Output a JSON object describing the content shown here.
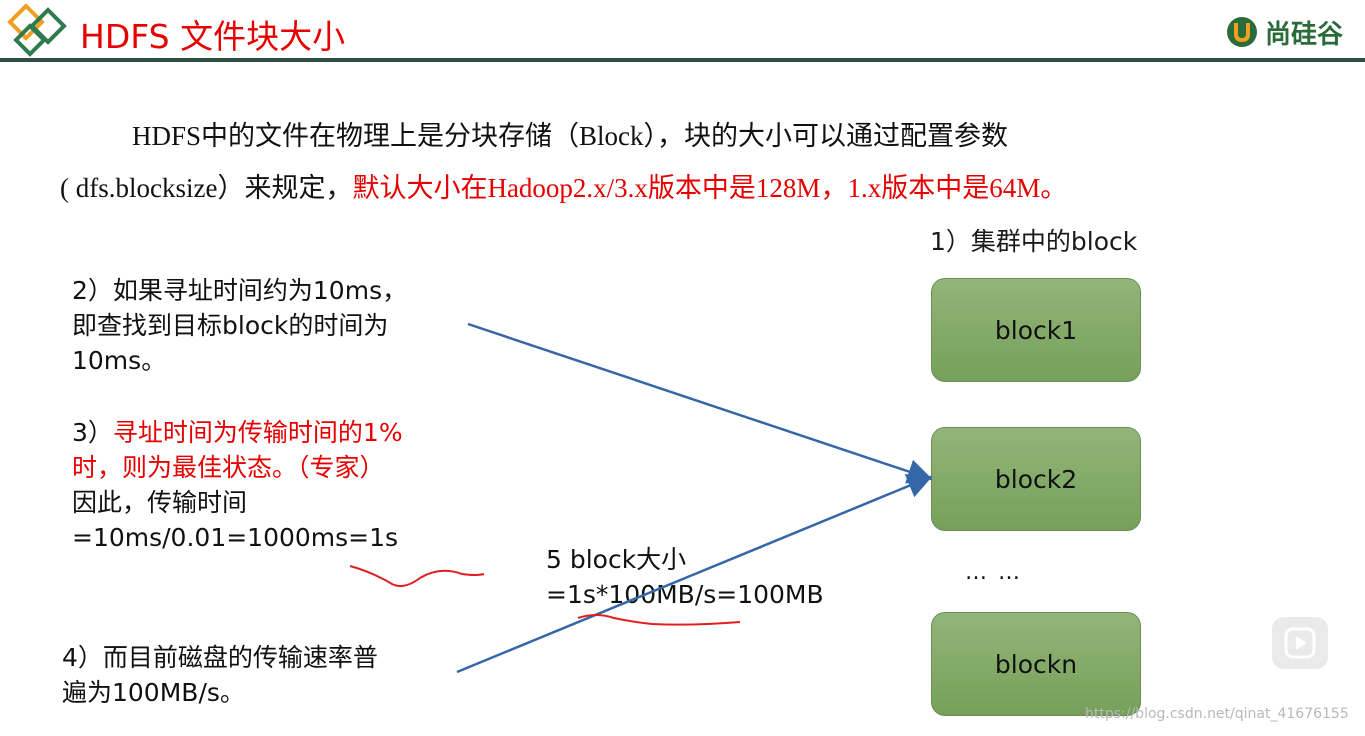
{
  "header": {
    "title": "HDFS 文件块大小",
    "brand": "尚硅谷"
  },
  "intro": {
    "line1": "HDFS中的文件在物理上是分块存储（Block），块的大小可以通过配置参数",
    "line2_plain": "( dfs.blocksize）来规定，",
    "line2_red": "默认大小在Hadoop2.x/3.x版本中是128M，1.x版本中是64M。"
  },
  "cluster": {
    "heading": "1）集群中的block",
    "blocks": [
      "block1",
      "block2",
      "blockn"
    ],
    "ellipsis": "… …"
  },
  "notes": {
    "note2": [
      "2）如果寻址时间约为10ms，",
      "即查找到目标block的时间为",
      "10ms。"
    ],
    "note3_prefix": "3）",
    "note3_red_1": "寻址时间为传输时间的1%",
    "note3_red_2": "时，则为最佳状态。（专家）",
    "note3_rest": [
      "因此，传输时间",
      "=10ms/0.01=1000ms=1s"
    ],
    "note4": [
      "4）而目前磁盘的传输速率普",
      "遍为100MB/s。"
    ],
    "note5": [
      "5 block大小",
      "=1s*100MB/s=100MB"
    ]
  },
  "watermark": "https://blog.csdn.net/qinat_41676155",
  "colors": {
    "accent_red": "#e60000",
    "header_rule": "#2f4e44",
    "block_fill": "#86ad69",
    "arrow": "#3567a8"
  },
  "icons": {
    "logo": "diamond-logo-icon",
    "brand": "u-brand-icon",
    "play": "play-icon"
  }
}
